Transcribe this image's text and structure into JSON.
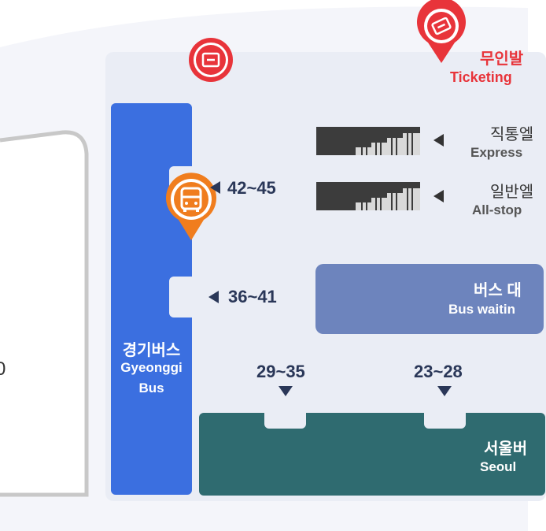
{
  "colors": {
    "gyeonggi_bus": "#3b6fe0",
    "seoul_bus": "#2f6b70",
    "waiting_area": "#6d84bd",
    "panel": "#eaedf5",
    "ticketing_red": "#e8343a",
    "bus_marker_orange": "#f07d1e",
    "label_navy": "#2a3758"
  },
  "ticketing": {
    "label_ko": "무인발",
    "label_en": "Ticketing",
    "icon": "ticket-icon"
  },
  "gyeonggi_bus": {
    "label_ko": "경기버스",
    "label_en_1": "Gyeonggi",
    "label_en_2": "Bus",
    "icon": "bus-icon"
  },
  "platforms": {
    "p42_45": "42~45",
    "p36_41": "36~41",
    "p29_35": "29~35",
    "p23_28": "23~28"
  },
  "stairs": {
    "express": {
      "label_ko": "직통엘",
      "label_en": "Express"
    },
    "allstop": {
      "label_ko": "일반엘",
      "label_en": "All-stop"
    }
  },
  "waiting_area": {
    "label_ko": "버스 대",
    "label_en": "Bus waitin"
  },
  "seoul_bus": {
    "label_ko": "서울버",
    "label_en": "Seoul"
  },
  "left_partial_text": "0"
}
